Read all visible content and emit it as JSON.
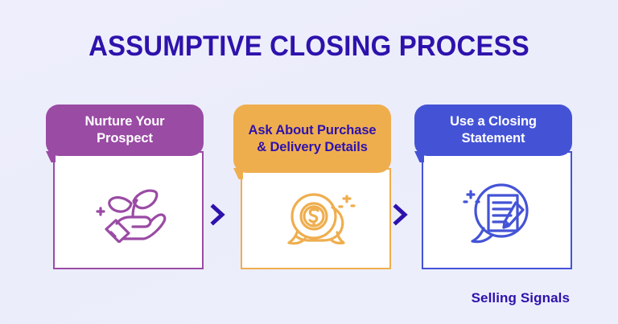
{
  "page": {
    "title": "ASSUMPTIVE CLOSING PROCESS",
    "background_color": "#ecedfb",
    "title_color": "#2e12ac"
  },
  "steps": [
    {
      "label": "Nurture Your Prospect",
      "header_color": "#9a4ba4",
      "header_text_color": "#ffffff",
      "icon": "hand-holding-plant-icon"
    },
    {
      "label": "Ask About Purchase & Delivery Details",
      "header_color": "#efae4e",
      "header_text_color": "#2e12ac",
      "icon": "speech-bubbles-dollar-coin-icon"
    },
    {
      "label": "Use a Closing Statement",
      "header_color": "#4453d6",
      "header_text_color": "#ffffff",
      "icon": "speech-bubble-document-pen-icon"
    }
  ],
  "connectors": [
    {
      "icon": "chevron-right-icon",
      "color": "#2e12ac"
    },
    {
      "icon": "chevron-right-icon",
      "color": "#2e12ac"
    }
  ],
  "brand": {
    "name": "Selling Signals",
    "color": "#2e12ac"
  }
}
